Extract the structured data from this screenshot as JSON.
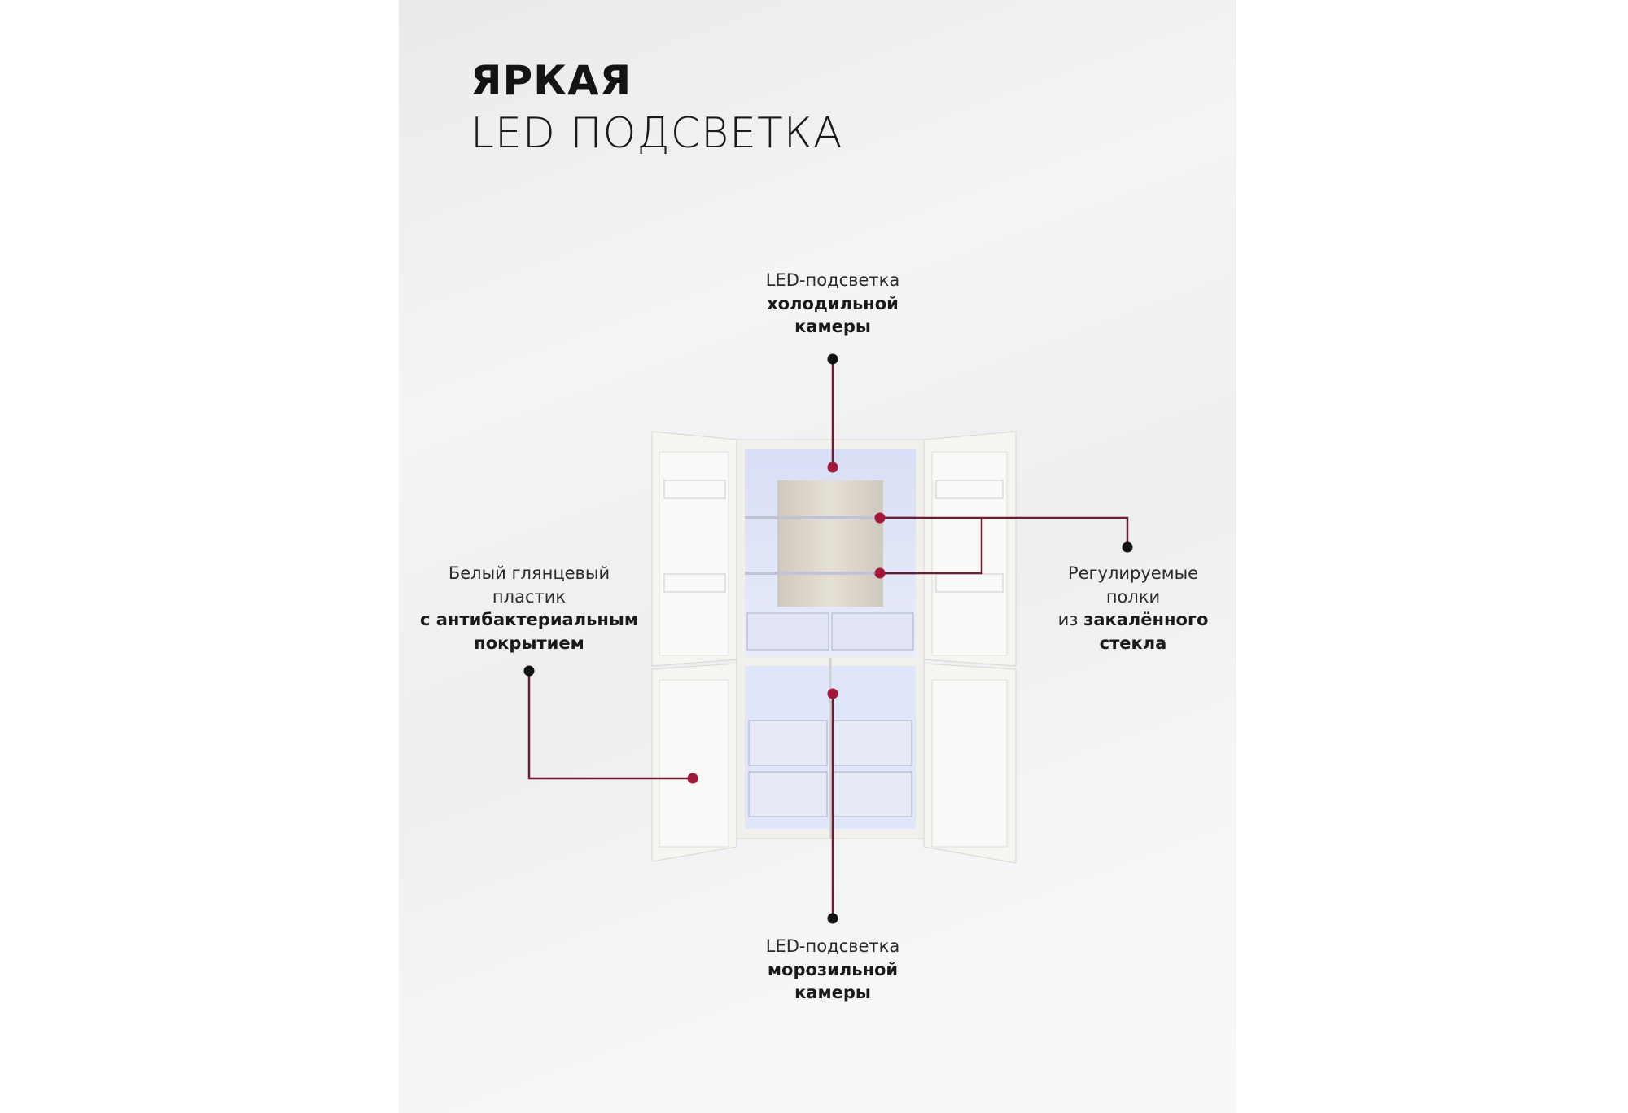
{
  "title": {
    "line1": "ЯРКАЯ",
    "line2": "LED ПОДСВЕТКА"
  },
  "callouts": {
    "fridge_led": {
      "line1": "LED-подсветка",
      "line2": "холодильной",
      "line3": "камеры"
    },
    "shelves": {
      "line1": "Регулируемые",
      "line2": "полки",
      "line3_prefix": "из ",
      "line3_bold": "закалённого",
      "line4": "стекла"
    },
    "plastic": {
      "line1": "Белый глянцевый",
      "line2": "пластик",
      "line3": "с антибактериальным",
      "line4": "покрытием"
    },
    "freezer_led": {
      "line1": "LED-подсветка",
      "line2": "морозильной",
      "line3": "камеры"
    }
  },
  "colors": {
    "accent": "#a3173a",
    "marker": "#111111",
    "line": "#6b1d33"
  }
}
